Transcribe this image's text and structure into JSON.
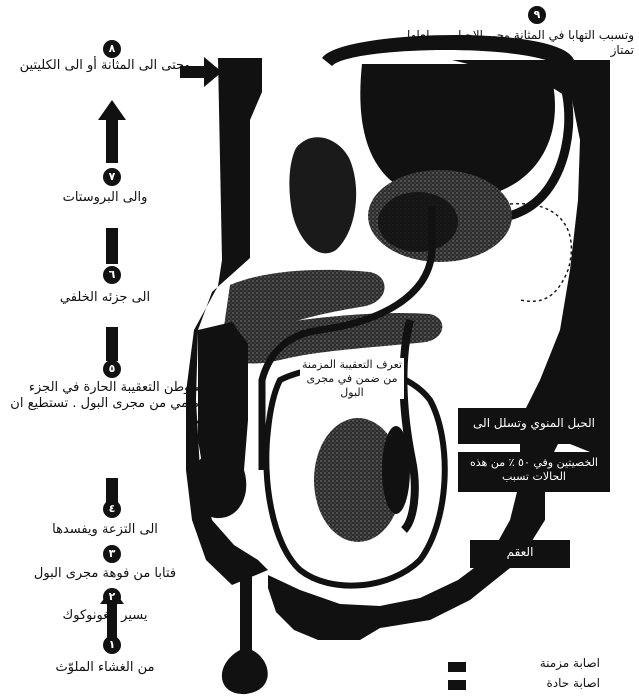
{
  "steps": [
    {
      "number": "١",
      "text": "من الغشاء الملوّث"
    },
    {
      "number": "٢",
      "text": "يسير الغونوكوك"
    },
    {
      "number": "٣",
      "text": "فتابا من فوهة مجرى البول"
    },
    {
      "number": "٤",
      "text": "الى التزعة ويفسدها"
    },
    {
      "number": "٥",
      "text": "تستوطن التعقيبة الحارة في الجزء الامامي من مجرى البول . تستطيع ان تصل"
    },
    {
      "number": "٦",
      "text": "الى جزئه الخلفي"
    },
    {
      "number": "٧",
      "text": "والى البروستات"
    },
    {
      "number": "٨",
      "text": "وحتى الى المثانة أو الى الكليتين"
    },
    {
      "number": "٩",
      "text": "وتسبب التهابا في المثانة وحي الاحباب . ولعلها تمتاز"
    }
  ],
  "annotations": {
    "urethra": "تعرف التعقيبة المزمنة من ضمن في مجرى البول",
    "spermatic_cord": "الحبل المنوي وتسلل الى",
    "testes": "الخصيتين وفي ٥٠ ٪ من هذه الحالات تسبب",
    "sterility": "العقم"
  },
  "legend": [
    {
      "label": "اصابة مزمنة",
      "color": "#111111"
    },
    {
      "label": "اصابة حادة",
      "color": "#111111"
    }
  ],
  "colors": {
    "ink": "#111111",
    "paper": "#ffffff",
    "stipple": "#3a3a3a"
  }
}
